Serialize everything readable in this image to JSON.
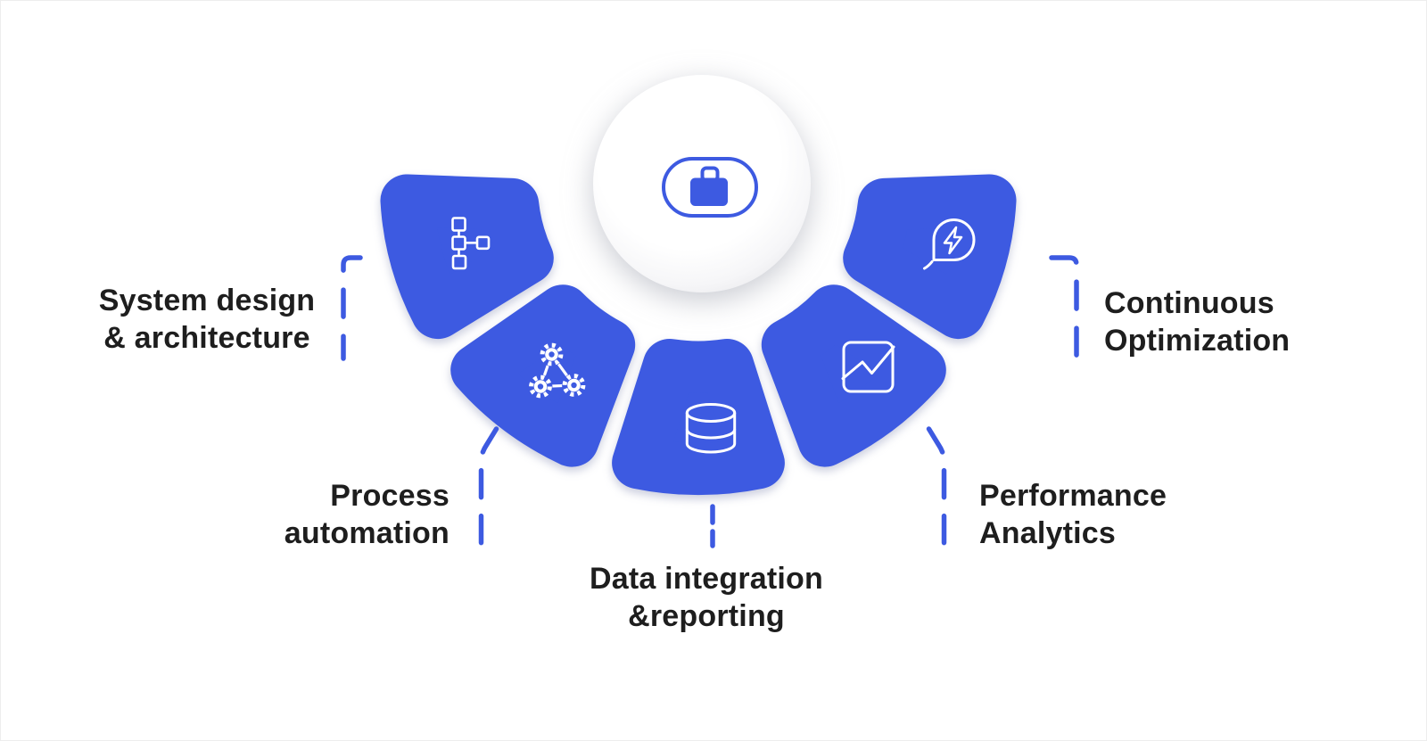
{
  "palette": {
    "accent_blue": "#3D5AE1",
    "icon_white": "#FFFFFF",
    "label_text": "#1E1E1E",
    "background": "#FFFFFF"
  },
  "hub": {
    "icon": "briefcase-icon"
  },
  "segments": [
    {
      "id": "system-design-architecture",
      "label": "System design\n& architecture",
      "icon": "flowchart-icon"
    },
    {
      "id": "process-automation",
      "label": "Process\nautomation",
      "icon": "gears-icon"
    },
    {
      "id": "data-integration-reporting",
      "label": "Data integration\n&reporting",
      "icon": "database-icon"
    },
    {
      "id": "performance-analytics",
      "label": "Performance\nAnalytics",
      "icon": "line-chart-icon"
    },
    {
      "id": "continuous-optimization",
      "label": "Continuous\nOptimization",
      "icon": "leaf-bolt-icon"
    }
  ]
}
